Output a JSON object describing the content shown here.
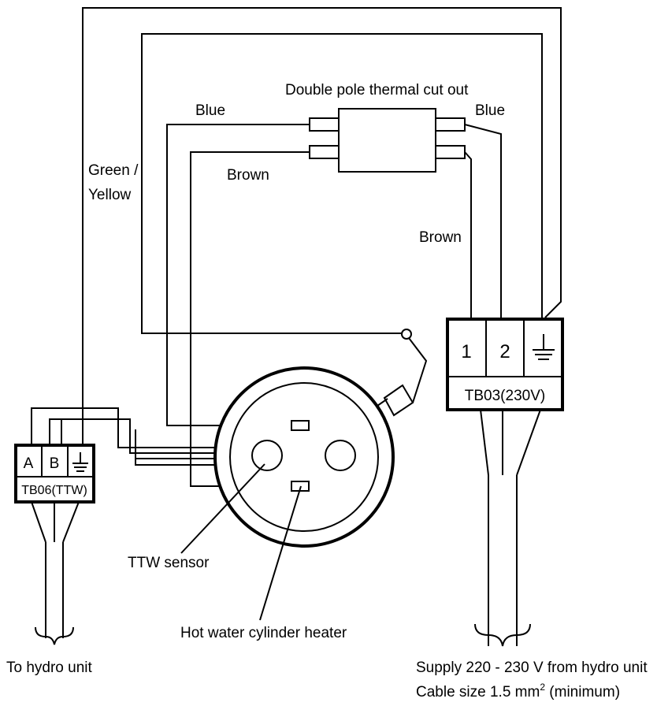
{
  "labels": {
    "thermal_cutout": "Double pole thermal cut out",
    "blue_left": "Blue",
    "blue_right": "Blue",
    "brown_left": "Brown",
    "brown_right": "Brown",
    "green_yellow_line1": "Green /",
    "green_yellow_line2": "Yellow",
    "ttw_sensor": "TTW sensor",
    "heater": "Hot water cylinder heater",
    "to_hydro": "To hydro unit",
    "supply": "Supply 220 - 230 V from hydro unit",
    "cable_size": "Cable size 1.5 mm",
    "cable_size_sup": "2",
    "cable_size_suffix": " (minimum)"
  },
  "tb03": {
    "terminal_1": "1",
    "terminal_2": "2",
    "name": "TB03(230V)"
  },
  "tb06": {
    "terminal_a": "A",
    "terminal_b": "B",
    "name": "TB06(TTW)"
  },
  "icons": {
    "earth": "earth-ground-symbol"
  }
}
